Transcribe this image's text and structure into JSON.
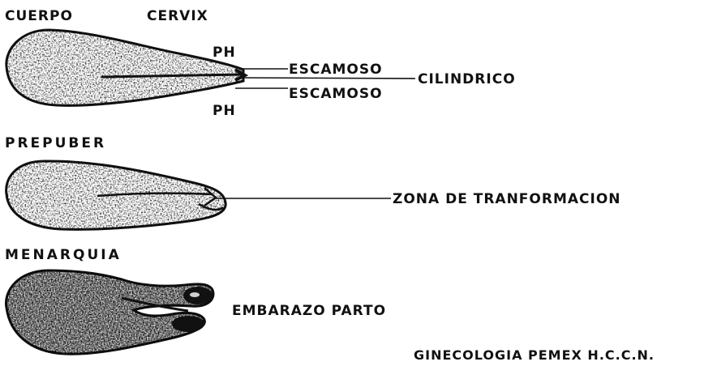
{
  "labels": {
    "cuerpo": "CUERPO",
    "cervix": "CERVIX",
    "ph_top": "PH",
    "ph_bottom": "PH",
    "escamoso_top": "ESCAMOSO",
    "escamoso_bottom": "ESCAMOSO",
    "cilindrico": "CILINDRICO",
    "prepuber": "PREPUBER",
    "zona": "ZONA DE TRANFORMACION",
    "menarquia": "MENARQUIA",
    "embarazo": "EMBARAZO PARTO",
    "credit": "GINECOLOGIA PEMEX H.C.C.N."
  },
  "colors": {
    "ink": "#111111",
    "paper": "#ffffff"
  }
}
